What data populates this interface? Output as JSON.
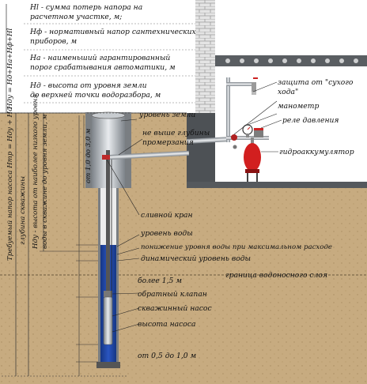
{
  "legend": {
    "hl": "Нl - сумма потерь напора на",
    "hl2": "расчетном участке, м;",
    "hf": "Нф - нормативный напор сантехнических",
    "hf2": "приборов, м",
    "ha": "На - наименьший гарантированный",
    "ha2": "порог срабатывания автоматики, м",
    "hd": "Нд - высота от уровня земли",
    "hd2": "до верхней точки водоразбора, м"
  },
  "vertical": {
    "formula": "Нду = Нд+На+Нф+Нl",
    "required_head": "Требуемый напор насоса Нтр = Нду + Нд",
    "depth": "глубина скважины",
    "hdu_line1": "Нду - высота от наиболее низкого уровня",
    "hdu_line2": "воды в скважине до уровня земли, м",
    "range_top": "от 1,0 до 3,0 м"
  },
  "labels": {
    "ground_level": "уровень земли",
    "freeze1": "не выше глубины",
    "freeze2": "промерзания",
    "dry_run1": "защита от \"сухого",
    "dry_run2": "хода\"",
    "manometer": "манометр",
    "pressure_relay": "реле давления",
    "accumulator": "гидроаккумулятор",
    "drain_valve": "сливной кран",
    "water_level": "уровень воды",
    "drawdown": "понижение уровня воды при максимальном расходе",
    "dynamic_level": "динамический уровень воды",
    "aquifer": "граница водоносного слоя",
    "more_than": "более 1,5  м",
    "check_valve": "обратный клапан",
    "pump": "скважинный насос",
    "pump_height": "высота насоса",
    "bottom_range": "от 0,5 до 1,0  м"
  },
  "colors": {
    "soil": "#c9ad82",
    "water": "#1d3f9c",
    "pipe": "#9aa0a6",
    "accumulator": "#d21f1f",
    "brick": "#d9d9d9"
  }
}
